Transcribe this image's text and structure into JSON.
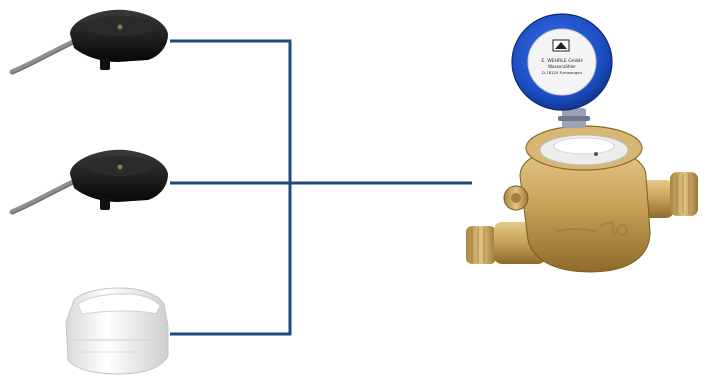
{
  "diagram": {
    "title": "",
    "colors": {
      "connector_line": "#1f4a7c",
      "black_sensor": "#111111",
      "white_module": "#f2f2f2",
      "brass_body": "#c9a45b",
      "blue_lid": "#1c4fc4",
      "cable": "#8c9094"
    },
    "devices": [
      {
        "name": "black-pulse-sensor-top",
        "icon": "black-clip-on-sensor-with-cable"
      },
      {
        "name": "black-pulse-sensor-middle",
        "icon": "black-clip-on-sensor-with-cable"
      },
      {
        "name": "white-radio-module",
        "icon": "white-clip-on-module"
      }
    ],
    "meter": {
      "icon": "brass-water-meter-with-blue-lid",
      "lid_text": [
        "E. WEHRLE GmbH",
        "Wasserzähler",
        "D-78120 Furtwangen"
      ]
    }
  }
}
